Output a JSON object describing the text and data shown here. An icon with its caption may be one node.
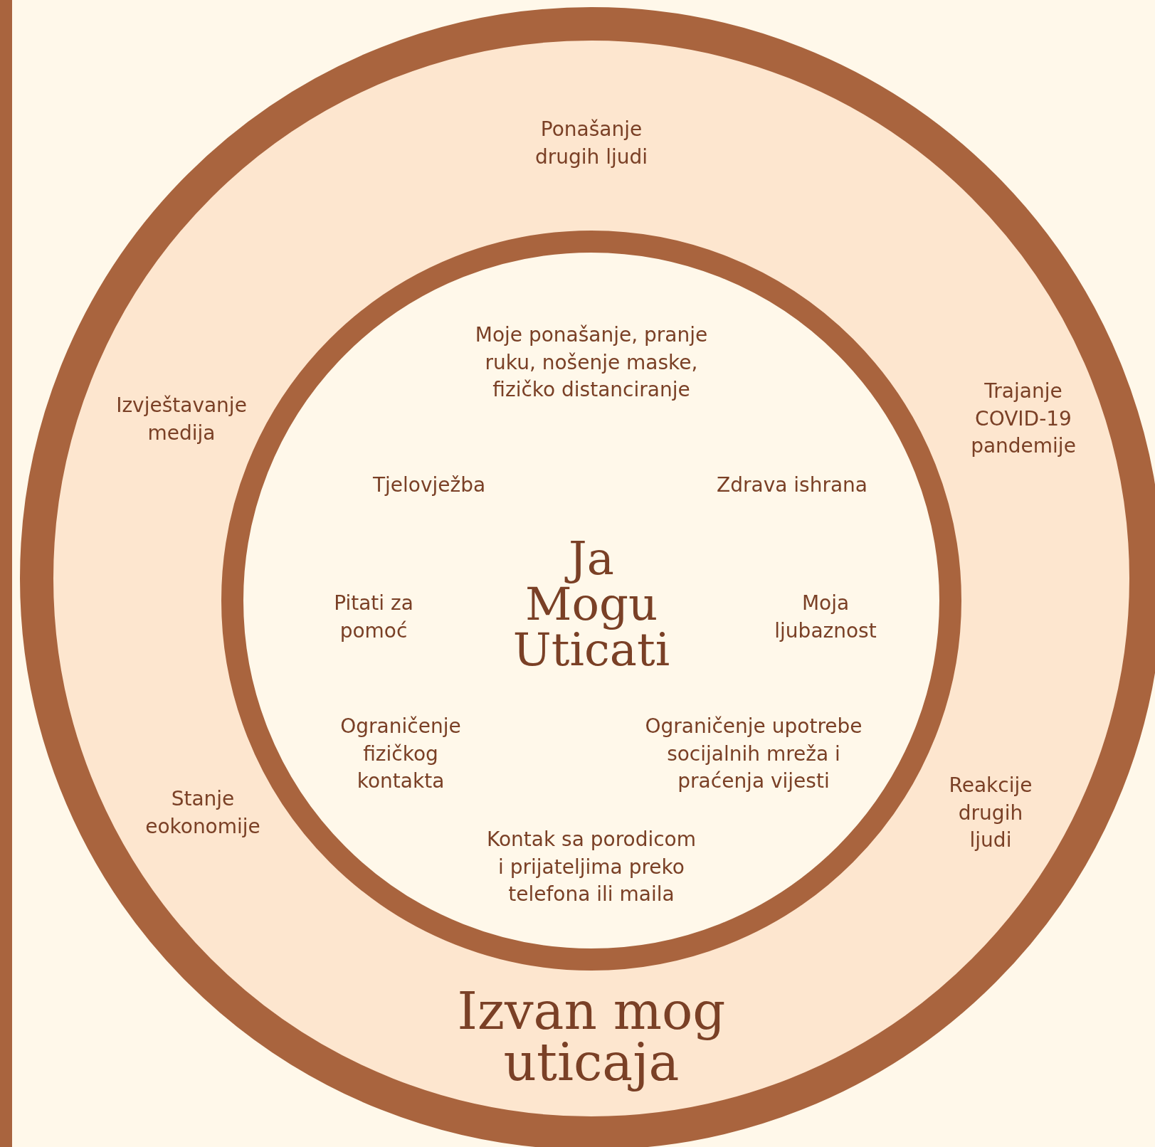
{
  "diagram": {
    "nodes": [
      {
        "text": [],
        "shape": "bar"
      },
      {
        "text": [
          "Ponašanje drugih ljudi",
          "Izvještavanje medija",
          "Trajanje COVID-19 pandemije",
          "Stanje eokonomije",
          "Reakcije drugih ljudi",
          "Izvan mog uticaja"
        ]
      },
      {
        "text": [
          "Moje ponašanje, pranje ruku, nošenje maske, fizičko distanciranje",
          "Tjelovježba",
          "Zdrava ishrana",
          "Pitati za pomoć",
          "Ja Mogu Uticati",
          "Moja ljubaznost",
          "Ograničenje fizičkog kontakta",
          "Ograničenje upotrebe socijalnih mreža i praćenja vijesti",
          "Kontak sa porodicom i prijateljima preko telefona ili maila"
        ],
        "in": 1
      }
    ],
    "edges": []
  }
}
